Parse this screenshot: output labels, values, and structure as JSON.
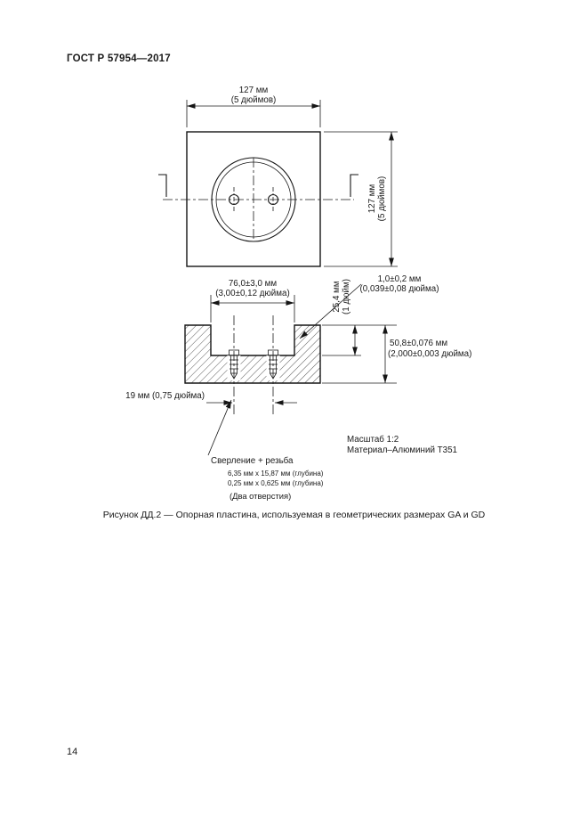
{
  "page": {
    "header": "ГОСТ Р 57954—2017",
    "page_number": "14",
    "figure_caption": "Рисунок ДД.2 — Опорная пластина, используемая в геометрических размерах GA и GD"
  },
  "drawing": {
    "scale_note": "Масштаб 1:2",
    "material_note": "Материал–Алюминий Т351",
    "top_view": {
      "width_mm": "127 мм",
      "width_in": "(5 дюймов)",
      "height_mm": "127 мм",
      "height_in": "(5 дюймов)"
    },
    "section_view": {
      "pocket_width_mm": "76,0±3,0 мм",
      "pocket_width_in": "(3,00±0,12 дюйма)",
      "wall_mm": "1,0±0,2 мм",
      "wall_in": "(0,039±0,08 дюйма)",
      "depth_mm": "25,4 мм",
      "depth_in": "(1 дюйм)",
      "total_height_mm": "50,8±0,076 мм",
      "total_height_in": "(2,000±0,003 дюйма)",
      "hole_spacing": "19 мм (0,75 дюйма)"
    },
    "drill_note": {
      "label": "Сверление + резьба",
      "size_mm": "6,35 мм x 15,87 мм (глубина)",
      "size_in": "0,25 мм x 0,625 мм (глубина)",
      "count": "(Два отверстия)"
    }
  }
}
